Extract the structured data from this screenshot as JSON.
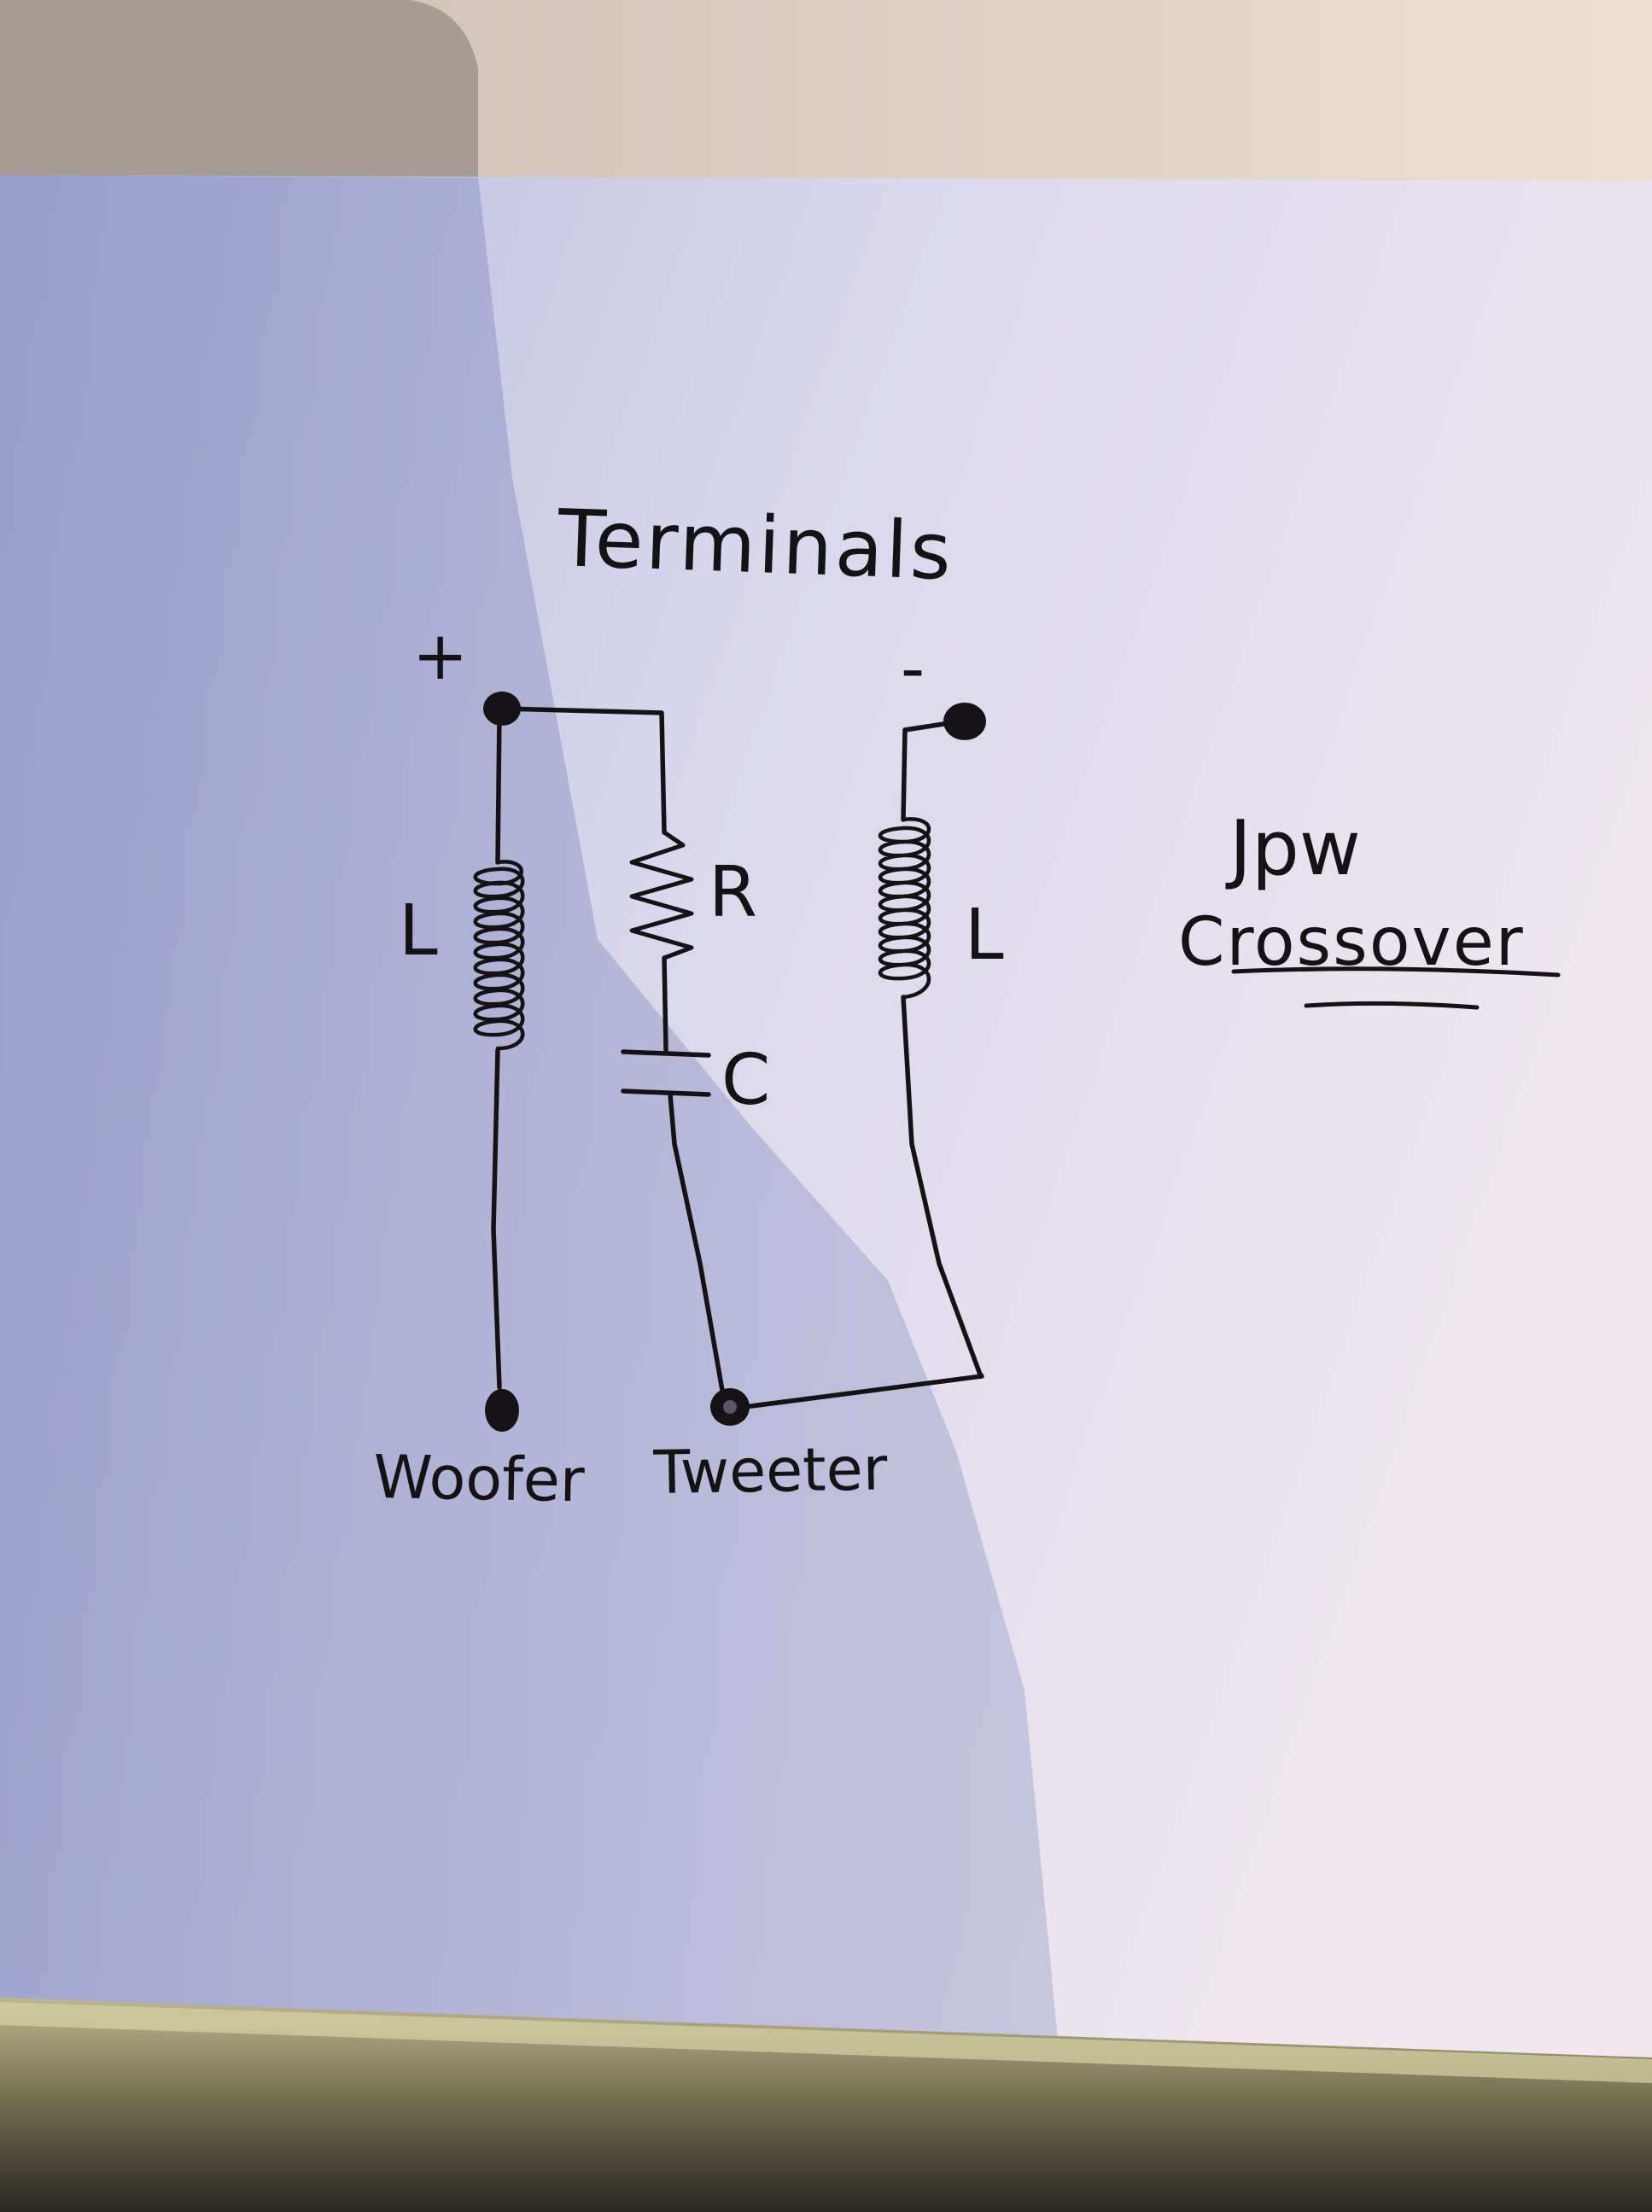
{
  "diagram": {
    "title": "Terminals",
    "terminals": {
      "positive": "+",
      "negative": "-"
    },
    "components": {
      "woofer_inductor": "L",
      "resistor": "R",
      "capacitor": "C",
      "tweeter_inductor": "L"
    },
    "outputs": {
      "woofer": "Woofer",
      "tweeter": "Tweeter"
    },
    "heading": {
      "name": "Jpw",
      "subtitle": "Crossover"
    }
  }
}
